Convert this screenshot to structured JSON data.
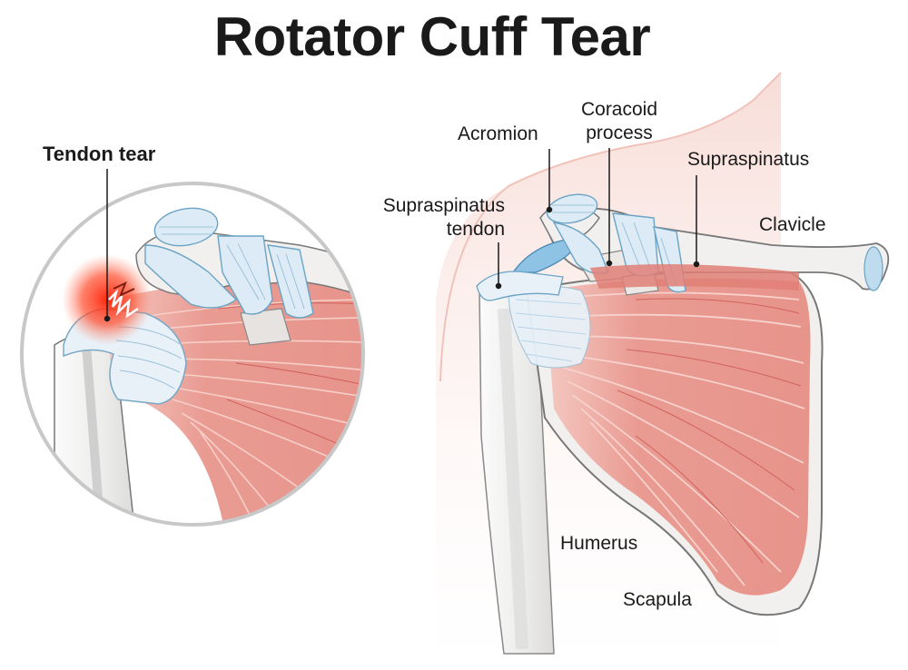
{
  "title": "Rotator Cuff Tear",
  "inset": {
    "label": "Tendon tear"
  },
  "labels": {
    "acromion": "Acromion",
    "coracoid_line1": "Coracoid",
    "coracoid_line2": "process",
    "supraspinatus": "Supraspinatus",
    "supraspinatus_tendon_line1": "Supraspinatus",
    "supraspinatus_tendon_line2": "tendon",
    "clavicle": "Clavicle",
    "humerus": "Humerus",
    "scapula": "Scapula"
  },
  "colors": {
    "muscle": "#e8928a",
    "muscle_dark": "#d46a64",
    "tendon": "#dcebf5",
    "tendon_stroke": "#6aa3c4",
    "bone": "#f1efee",
    "bone_stroke": "#777777",
    "skin": "#f6d6d0",
    "inflammation": "#ff3b1f",
    "cartilage": "#8fc3e6"
  }
}
